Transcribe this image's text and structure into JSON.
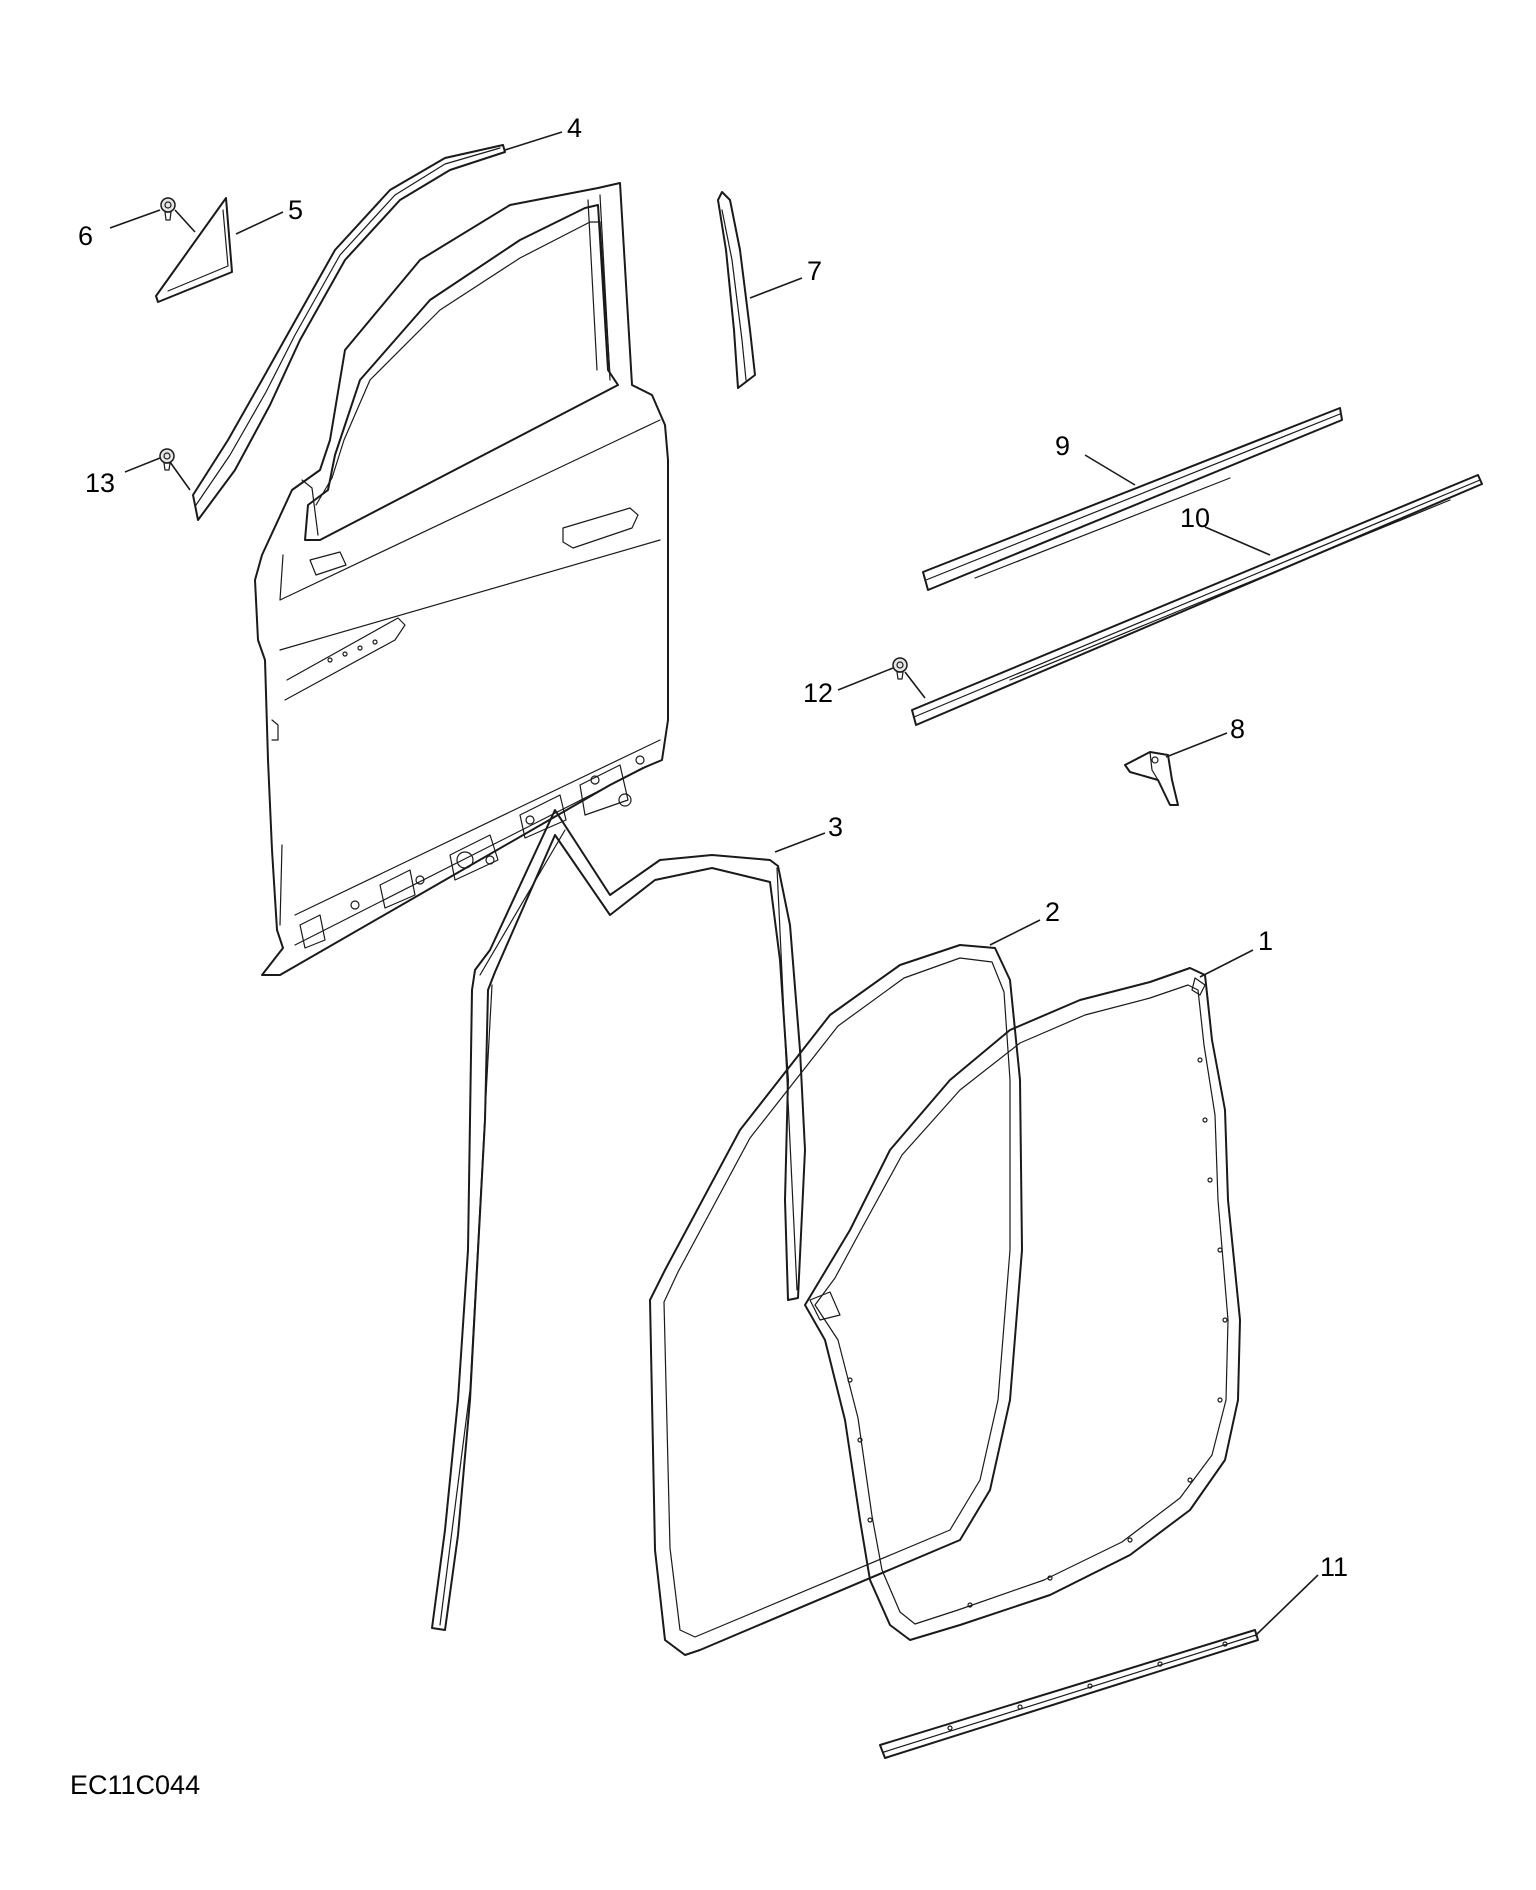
{
  "figure_code": "EC11C044",
  "callouts": [
    "1",
    "2",
    "3",
    "4",
    "5",
    "6",
    "7",
    "8",
    "9",
    "10",
    "11",
    "12",
    "13"
  ]
}
